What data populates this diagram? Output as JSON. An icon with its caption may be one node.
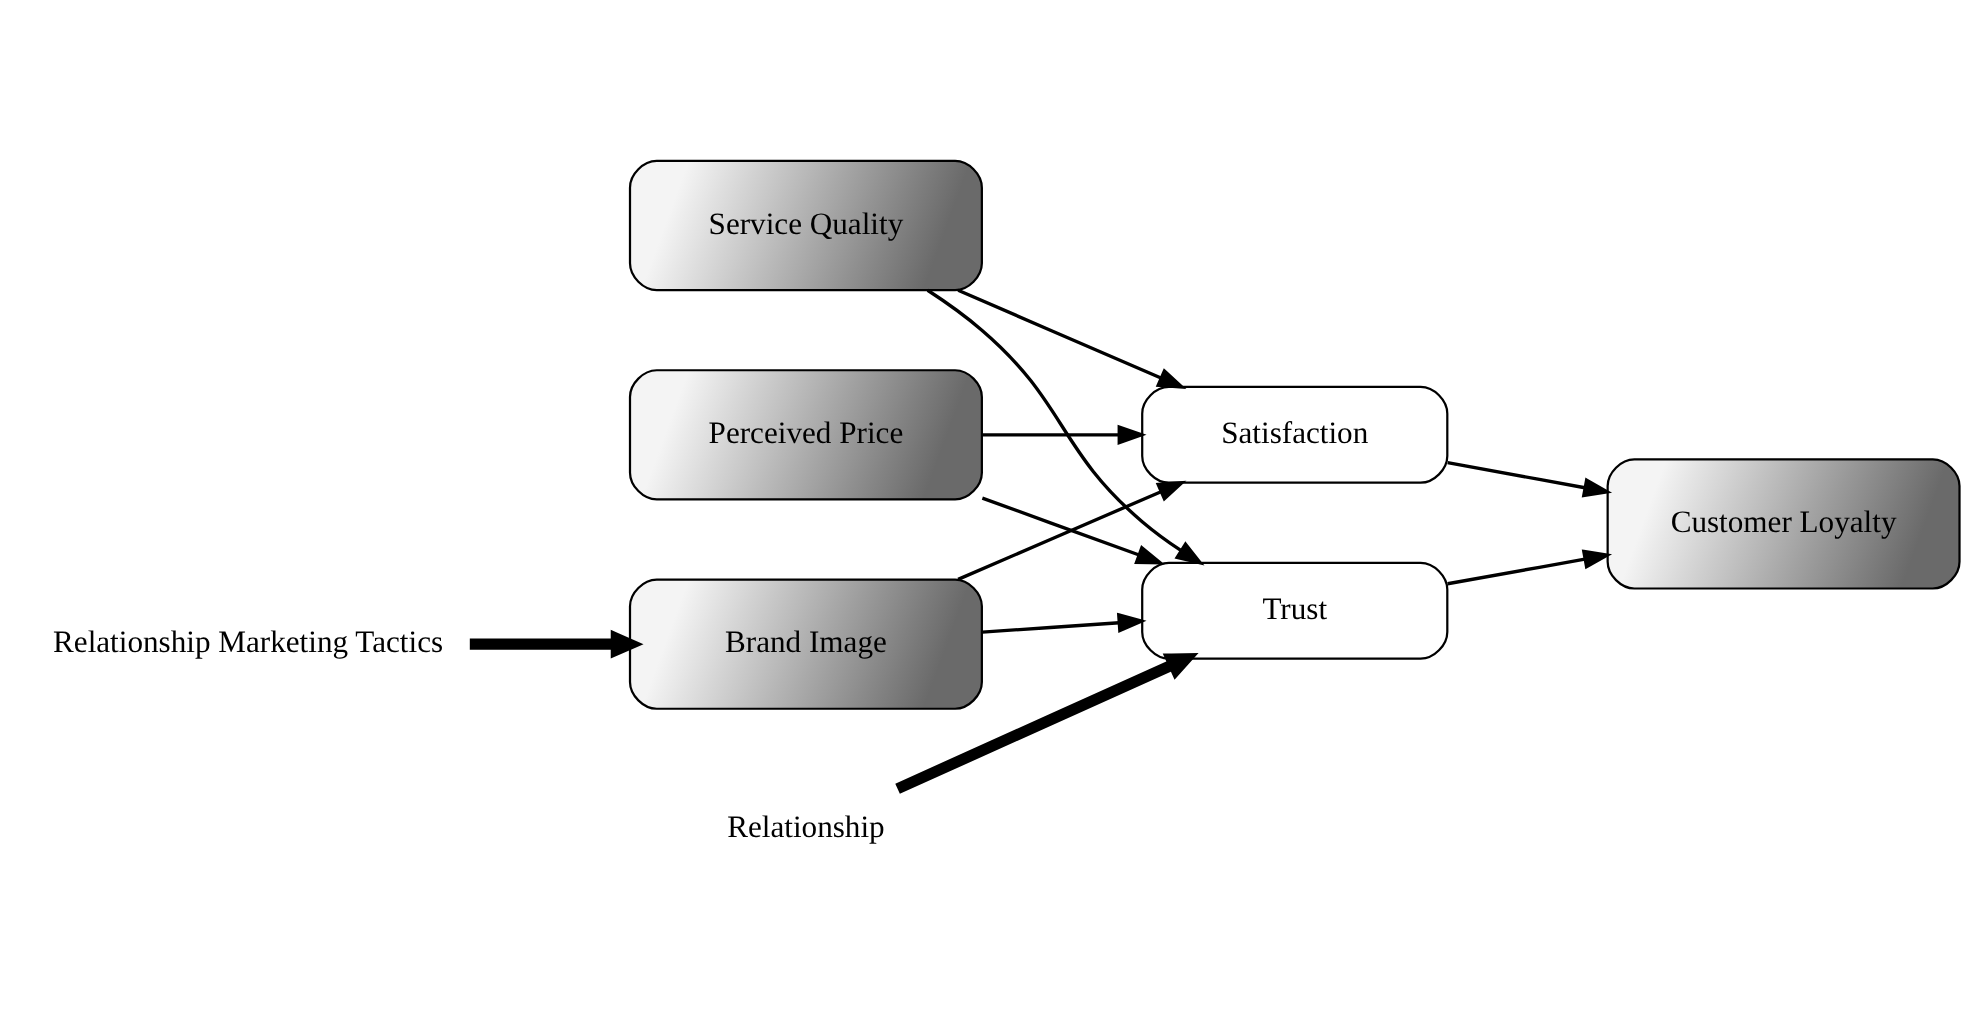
{
  "diagram": {
    "nodes": [
      {
        "text": [
          "Service Quality"
        ]
      },
      {
        "text": [
          "Perceived Price"
        ]
      },
      {
        "text": [
          "Brand Image"
        ]
      },
      {
        "text": [
          "Satisfaction"
        ]
      },
      {
        "text": [
          "Trust"
        ]
      },
      {
        "text": [
          "Customer Loyalty"
        ]
      },
      {
        "text": [
          "Relationship Marketing Tactics"
        ]
      },
      {
        "text": [
          "Relationship"
        ]
      }
    ],
    "edges": [
      {
        "from": 0,
        "to": 3,
        "arrow": "to"
      },
      {
        "from": 0,
        "to": 4,
        "arrow": "to"
      },
      {
        "from": 1,
        "to": 3,
        "arrow": "to"
      },
      {
        "from": 1,
        "to": 4,
        "arrow": "to"
      },
      {
        "from": 2,
        "to": 3,
        "arrow": "to"
      },
      {
        "from": 2,
        "to": 4,
        "arrow": "to"
      },
      {
        "from": 3,
        "to": 5,
        "arrow": "to"
      },
      {
        "from": 4,
        "to": 5,
        "arrow": "to"
      },
      {
        "from": 6,
        "to": 2,
        "arrow": "to",
        "style": "thick"
      },
      {
        "from": 7,
        "to": 4,
        "arrow": "to",
        "style": "thick"
      }
    ]
  }
}
